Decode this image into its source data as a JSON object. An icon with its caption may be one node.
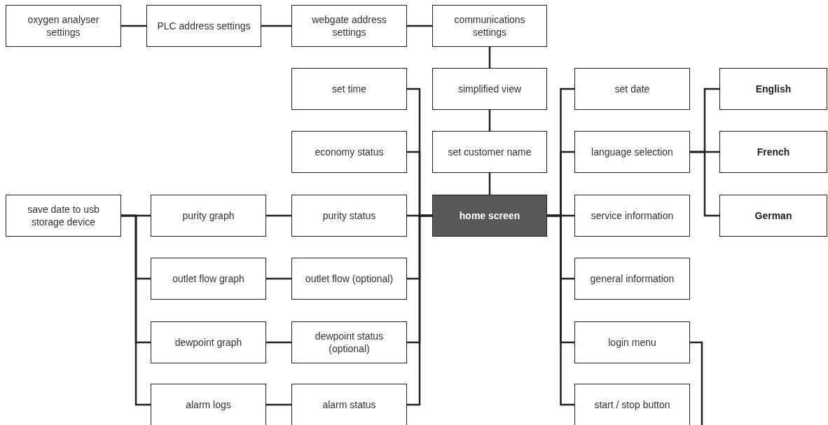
{
  "diagram": {
    "nodes": [
      {
        "text": [
          "oxygen analyser settings"
        ]
      },
      {
        "text": [
          "PLC address settings"
        ]
      },
      {
        "text": [
          "webgate address settings"
        ]
      },
      {
        "text": [
          "communications settings"
        ]
      },
      {
        "text": [
          "set time"
        ]
      },
      {
        "text": [
          "simplified view"
        ]
      },
      {
        "text": [
          "set date"
        ]
      },
      {
        "text": [
          "English"
        ]
      },
      {
        "text": [
          "economy status"
        ]
      },
      {
        "text": [
          "set customer name"
        ]
      },
      {
        "text": [
          "language selection"
        ]
      },
      {
        "text": [
          "French"
        ]
      },
      {
        "text": [
          "save date to usb storage device"
        ]
      },
      {
        "text": [
          "purity graph"
        ]
      },
      {
        "text": [
          "purity status"
        ]
      },
      {
        "text": [
          "home screen"
        ]
      },
      {
        "text": [
          "service information"
        ]
      },
      {
        "text": [
          "German"
        ]
      },
      {
        "text": [
          "outlet flow graph"
        ]
      },
      {
        "text": [
          "outlet flow (optional)"
        ]
      },
      {
        "text": [
          "general information"
        ]
      },
      {
        "text": [
          "dewpoint graph"
        ]
      },
      {
        "text": [
          "dewpoint status (optional)"
        ]
      },
      {
        "text": [
          "login menu"
        ]
      },
      {
        "text": [
          "alarm logs"
        ]
      },
      {
        "text": [
          "alarm status"
        ]
      },
      {
        "text": [
          "start / stop button"
        ]
      }
    ],
    "edges": [
      {
        "from": 0,
        "to": 1,
        "arrow": "none"
      },
      {
        "from": 1,
        "to": 2,
        "arrow": "none"
      },
      {
        "from": 2,
        "to": 3,
        "arrow": "none"
      },
      {
        "from": 3,
        "to": 5,
        "arrow": "none"
      },
      {
        "from": 5,
        "to": 9,
        "arrow": "none"
      },
      {
        "from": 9,
        "to": 15,
        "arrow": "none"
      },
      {
        "from": 15,
        "to": 4,
        "arrow": "none"
      },
      {
        "from": 15,
        "to": 8,
        "arrow": "none"
      },
      {
        "from": 15,
        "to": 14,
        "arrow": "none"
      },
      {
        "from": 15,
        "to": 19,
        "arrow": "none"
      },
      {
        "from": 15,
        "to": 22,
        "arrow": "none"
      },
      {
        "from": 15,
        "to": 25,
        "arrow": "none"
      },
      {
        "from": 15,
        "to": 6,
        "arrow": "none"
      },
      {
        "from": 15,
        "to": 10,
        "arrow": "none"
      },
      {
        "from": 15,
        "to": 16,
        "arrow": "none"
      },
      {
        "from": 15,
        "to": 20,
        "arrow": "none"
      },
      {
        "from": 15,
        "to": 23,
        "arrow": "none"
      },
      {
        "from": 15,
        "to": 26,
        "arrow": "none"
      },
      {
        "from": 10,
        "to": 7,
        "arrow": "none"
      },
      {
        "from": 10,
        "to": 11,
        "arrow": "none"
      },
      {
        "from": 10,
        "to": 17,
        "arrow": "none"
      },
      {
        "from": 12,
        "to": 13,
        "arrow": "none"
      },
      {
        "from": 12,
        "to": 18,
        "arrow": "none"
      },
      {
        "from": 12,
        "to": 21,
        "arrow": "none"
      },
      {
        "from": 12,
        "to": 24,
        "arrow": "none"
      },
      {
        "from": 13,
        "to": 14,
        "arrow": "none"
      },
      {
        "from": 18,
        "to": 19,
        "arrow": "none"
      },
      {
        "from": 21,
        "to": 22,
        "arrow": "none"
      },
      {
        "from": 24,
        "to": 25,
        "arrow": "none"
      },
      {
        "from": 23,
        "to": null,
        "arrow": "none"
      }
    ]
  }
}
